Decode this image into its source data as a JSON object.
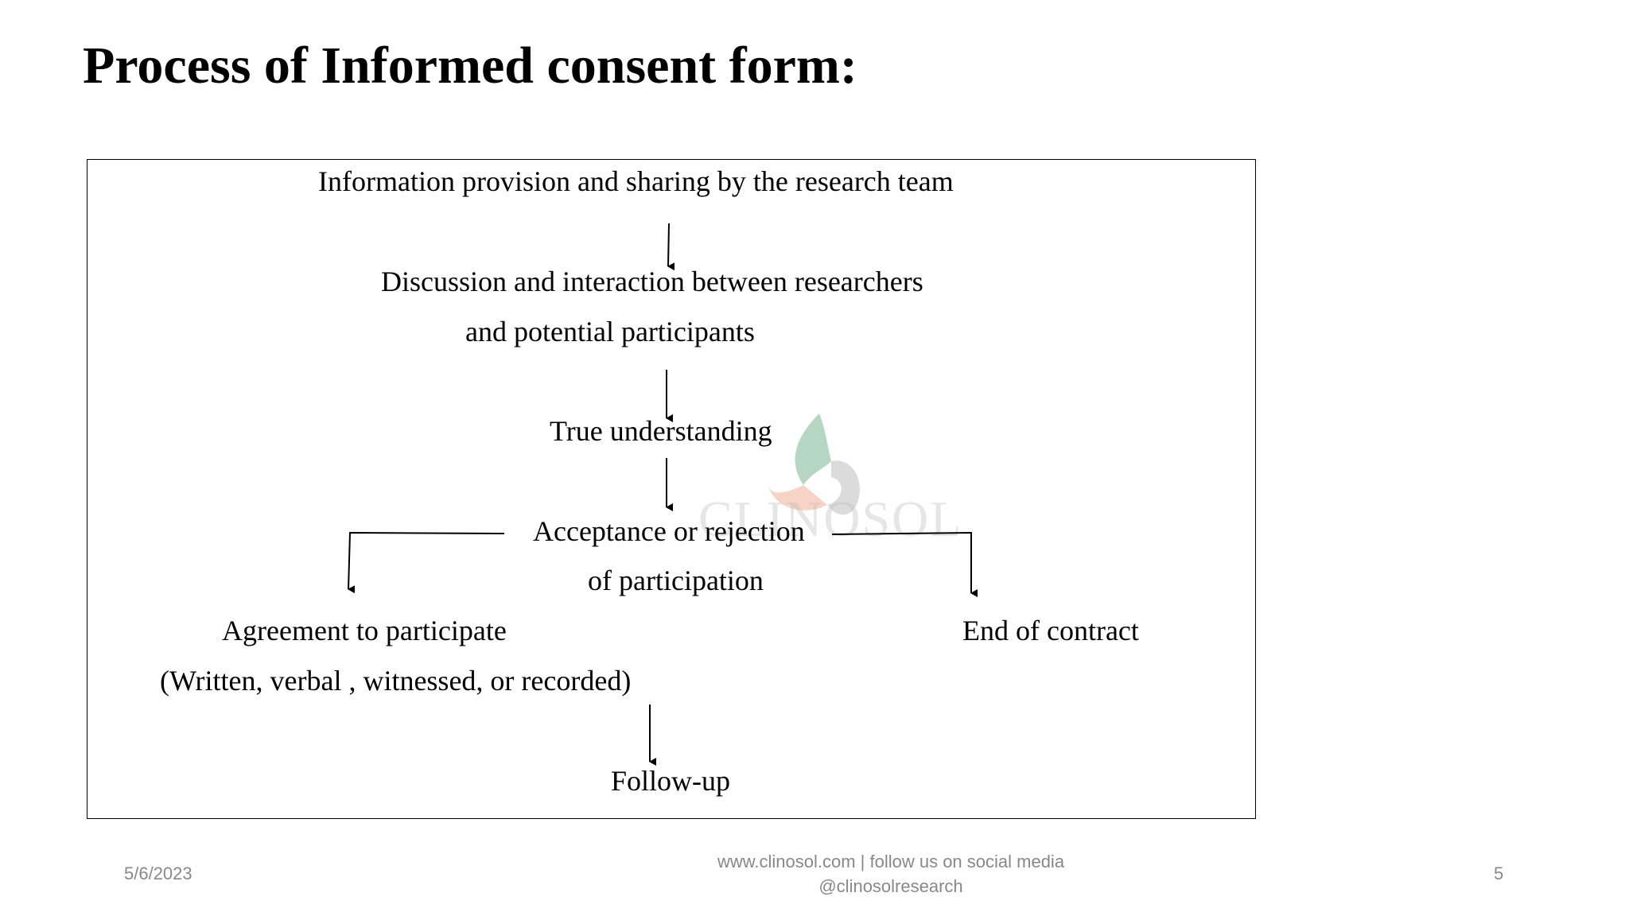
{
  "slide": {
    "title": "Process of Informed consent form:"
  },
  "flowchart": {
    "step1": "Information provision and sharing by the research team",
    "step2_line1": "Discussion and interaction between researchers",
    "step2_line2": "and potential participants",
    "step3": "True understanding",
    "step4_line1": "Acceptance or rejection",
    "step4_line2": "of participation",
    "left_branch_line1": "Agreement to participate",
    "left_branch_line2": "(Written, verbal , witnessed, or recorded)",
    "right_branch": "End of contract",
    "final_step": "Follow-up"
  },
  "watermark": {
    "brand": "CLINOSOL",
    "icon": "clinosol-logo-icon",
    "colors": {
      "green": "#2e8b57",
      "orange": "#e8845a",
      "gray": "#9a9a9a"
    }
  },
  "footer": {
    "date": "5/6/2023",
    "center_line1": "www.clinosol.com | follow us on social media",
    "center_line2": "@clinosolresearch",
    "page_number": "5"
  }
}
